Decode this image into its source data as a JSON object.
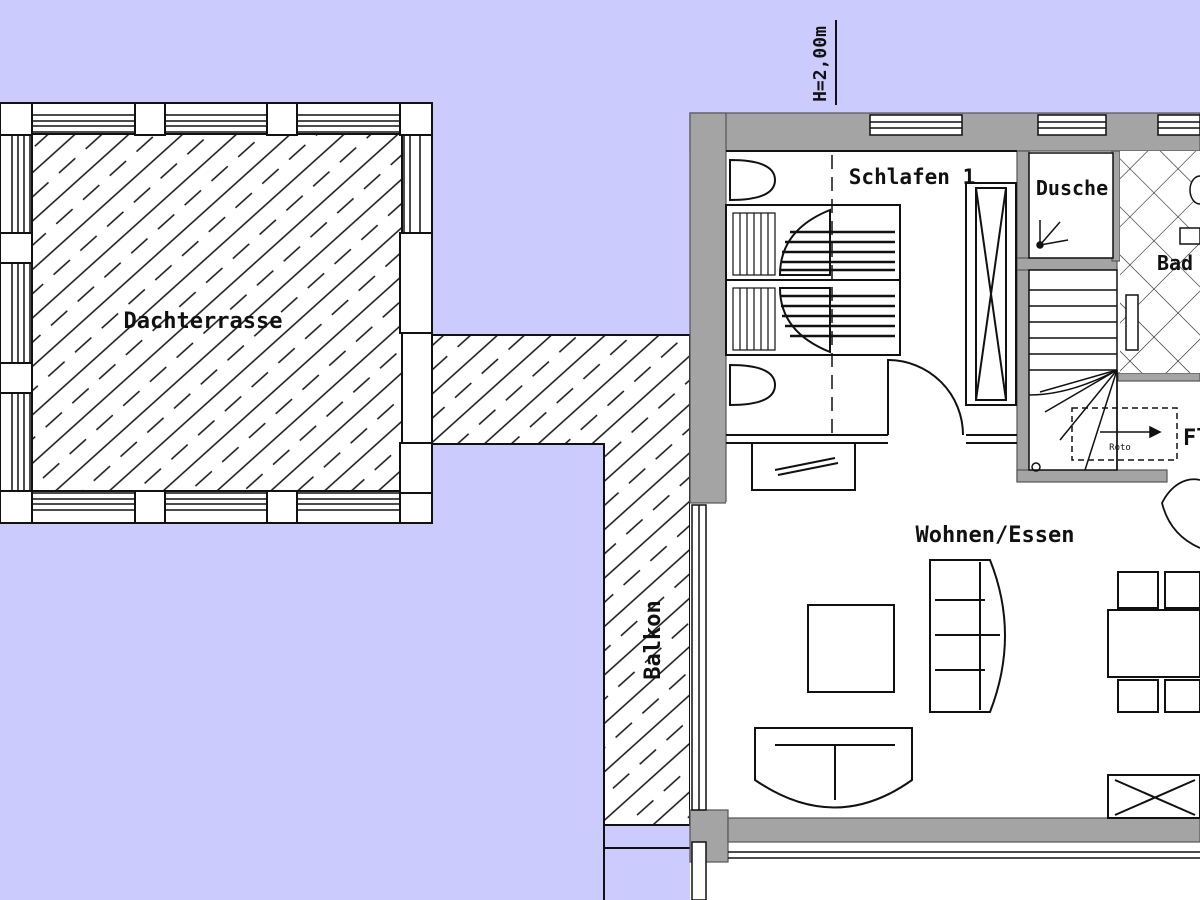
{
  "colors": {
    "background": "#cccbfe",
    "wall": "#a4a4a4",
    "floor": "#ffffff",
    "line": "#111111"
  },
  "rooms": {
    "dachterrasse": "Dachterrasse",
    "schlafen": "Schlafen 1",
    "dusche": "Dusche",
    "bad": "Bad",
    "flur": "Fl",
    "wohnen": "Wohnen/Essen",
    "balkon": "Balkon"
  },
  "annotations": {
    "height": "H=2,00m",
    "stair_label": "Roto"
  }
}
